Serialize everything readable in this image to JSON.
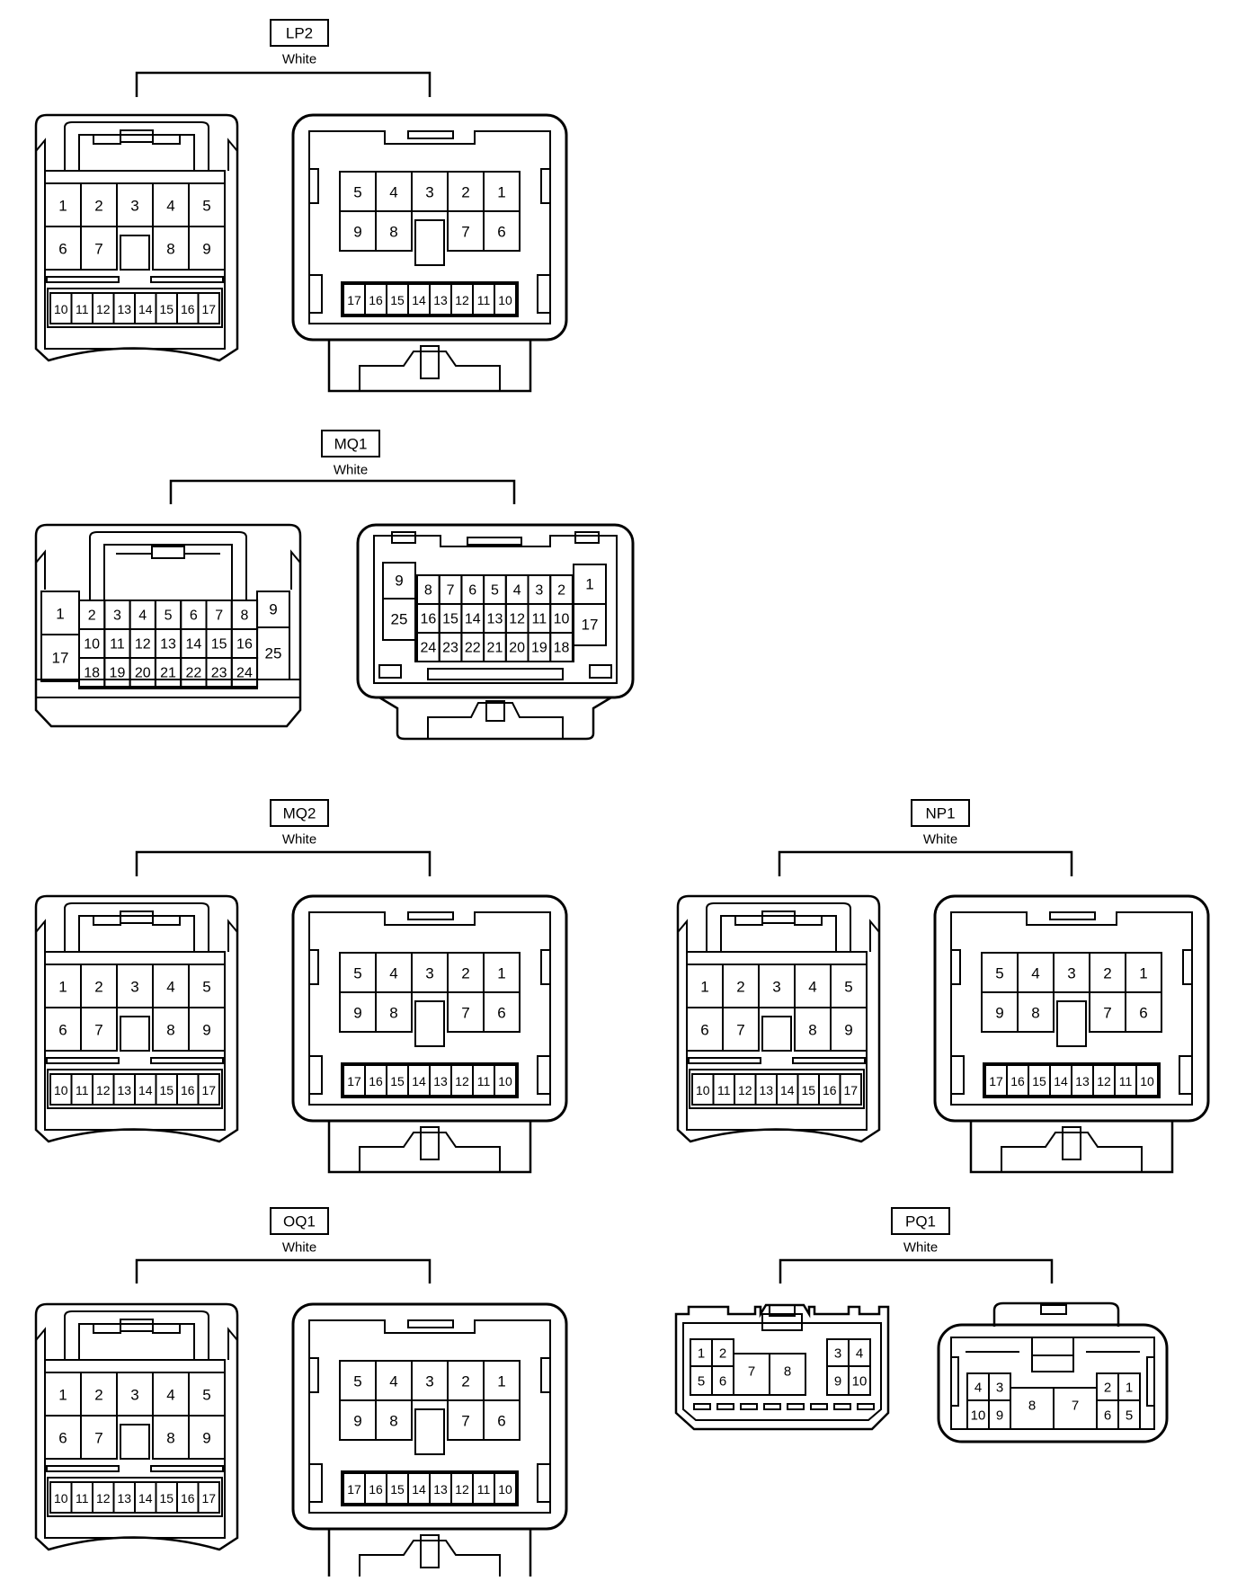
{
  "connectors": [
    {
      "id": "LP2",
      "label": "LP2",
      "color": "White",
      "layout": "type17"
    },
    {
      "id": "MQ1",
      "label": "MQ1",
      "color": "White",
      "layout": "type25"
    },
    {
      "id": "MQ2",
      "label": "MQ2",
      "color": "White",
      "layout": "type17"
    },
    {
      "id": "NP1",
      "label": "NP1",
      "color": "White",
      "layout": "type17"
    },
    {
      "id": "OQ1",
      "label": "OQ1",
      "color": "White",
      "layout": "type17"
    },
    {
      "id": "PQ1",
      "label": "PQ1",
      "color": "White",
      "layout": "type10"
    }
  ],
  "pin_sets": {
    "type17": {
      "female_rows": [
        [
          "1",
          "2",
          "3",
          "4",
          "5"
        ],
        [
          "6",
          "7",
          "",
          "8",
          "9"
        ],
        [
          "10",
          "11",
          "12",
          "13",
          "14",
          "15",
          "16",
          "17"
        ]
      ],
      "male_rows": [
        [
          "5",
          "4",
          "3",
          "2",
          "1"
        ],
        [
          "9",
          "8",
          "",
          "7",
          "6"
        ],
        [
          "17",
          "16",
          "15",
          "14",
          "13",
          "12",
          "11",
          "10"
        ]
      ]
    },
    "type25": {
      "female_rows": [
        [
          "1",
          "2",
          "3",
          "4",
          "5",
          "6",
          "7",
          "8",
          "9"
        ],
        [
          "17",
          "10",
          "11",
          "12",
          "13",
          "14",
          "15",
          "16",
          "25"
        ],
        [
          "18",
          "19",
          "20",
          "21",
          "22",
          "23",
          "24"
        ]
      ],
      "male_rows": [
        [
          "9",
          "8",
          "7",
          "6",
          "5",
          "4",
          "3",
          "2",
          "1"
        ],
        [
          "25",
          "16",
          "15",
          "14",
          "13",
          "12",
          "11",
          "10",
          "17"
        ],
        [
          "24",
          "23",
          "22",
          "21",
          "20",
          "19",
          "18"
        ]
      ]
    },
    "type10": {
      "female_rows": [
        [
          "1",
          "2",
          "3",
          "4"
        ],
        [
          "5",
          "6",
          "7",
          "8",
          "9",
          "10"
        ]
      ],
      "male_rows": [
        [
          "4",
          "3",
          "2",
          "1"
        ],
        [
          "10",
          "9",
          "8",
          "7",
          "6",
          "5"
        ]
      ]
    }
  }
}
